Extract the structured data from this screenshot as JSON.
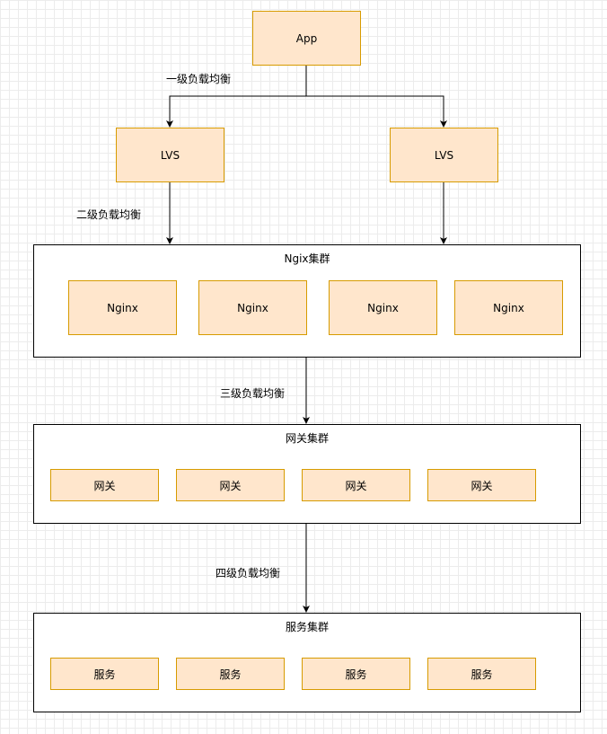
{
  "app": {
    "label": "App"
  },
  "lvs": [
    {
      "label": "LVS"
    },
    {
      "label": "LVS"
    }
  ],
  "edge_labels": {
    "level1": "一级负载均衡",
    "level2": "二级负载均衡",
    "level3": "三级负载均衡",
    "level4": "四级负载均衡"
  },
  "nginx_cluster": {
    "title": "Ngix集群",
    "nodes": [
      {
        "label": "Nginx"
      },
      {
        "label": "Nginx"
      },
      {
        "label": "Nginx"
      },
      {
        "label": "Nginx"
      }
    ]
  },
  "gateway_cluster": {
    "title": "网关集群",
    "nodes": [
      {
        "label": "网关"
      },
      {
        "label": "网关"
      },
      {
        "label": "网关"
      },
      {
        "label": "网关"
      }
    ]
  },
  "service_cluster": {
    "title": "服务集群",
    "nodes": [
      {
        "label": "服务"
      },
      {
        "label": "服务"
      },
      {
        "label": "服务"
      },
      {
        "label": "服务"
      }
    ]
  },
  "colors": {
    "node_fill": "#ffe6cc",
    "node_stroke": "#d79b00",
    "edge": "#000000"
  }
}
